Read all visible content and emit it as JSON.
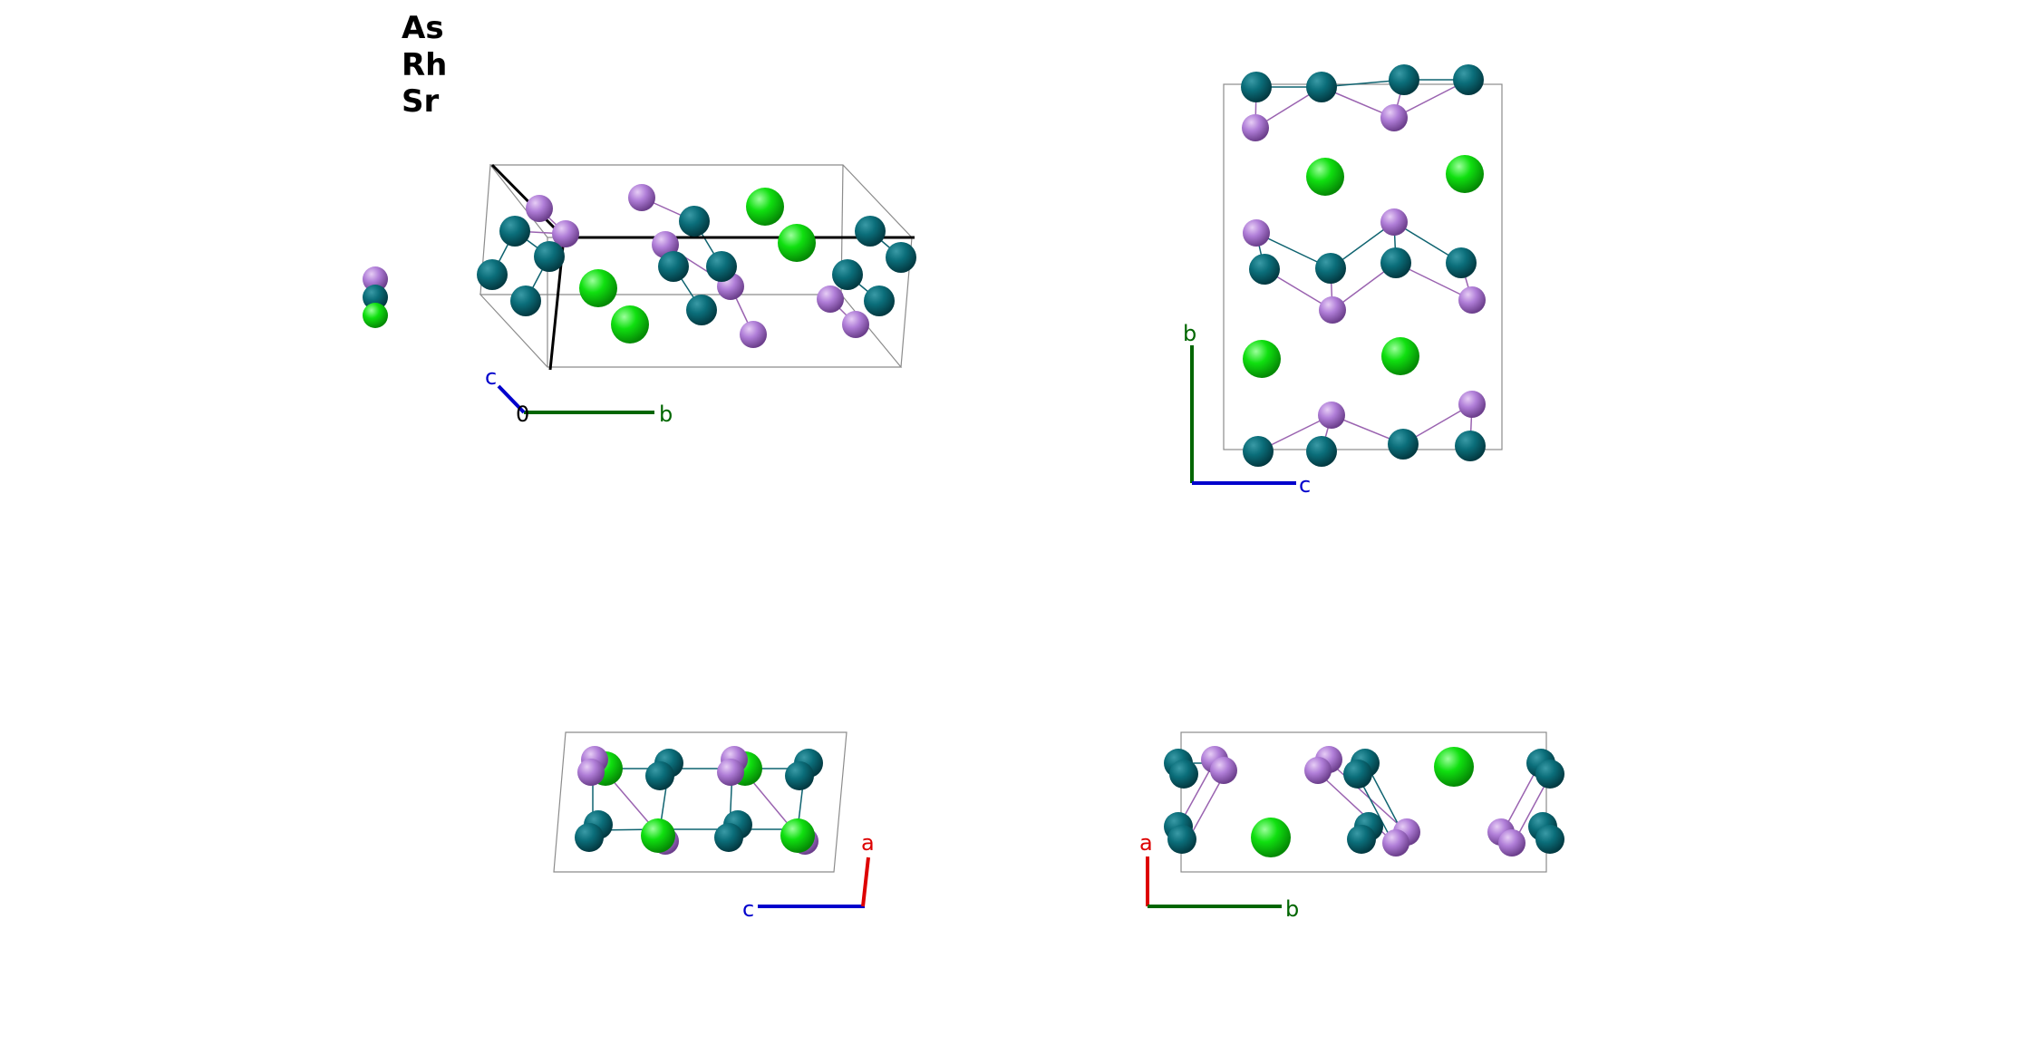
{
  "legend": [
    {
      "label": "As",
      "color": "#b07ed8"
    },
    {
      "label": "Rh",
      "color": "#0b6e7a"
    },
    {
      "label": "Sr",
      "color": "#10e010"
    }
  ],
  "colors": {
    "As": "#b07ed8",
    "Rh": "#0b6e7a",
    "Sr": "#10e010",
    "axis_a": "#dd0000",
    "axis_b": "#006600",
    "axis_c": "#0000cc",
    "axis_origin": "#000000",
    "cell_edge": "#8c8c8c"
  },
  "panels": {
    "perspective": {
      "axes": {
        "c": "c",
        "b": "b",
        "origin": "0"
      }
    },
    "view_bc": {
      "axes": {
        "b": "b",
        "c": "c"
      }
    },
    "view_ca": {
      "axes": {
        "c": "c",
        "a": "a"
      }
    },
    "view_ab": {
      "axes": {
        "a": "a",
        "b": "b"
      }
    }
  }
}
